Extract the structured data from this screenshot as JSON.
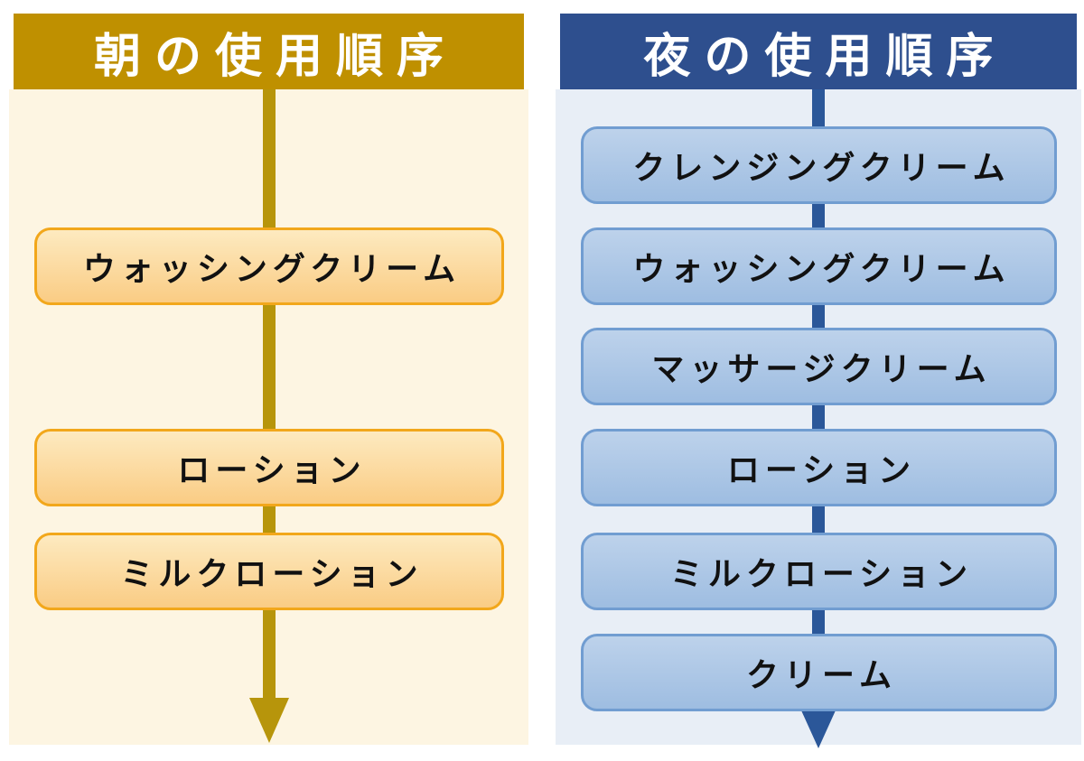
{
  "page_bg": "#FFFFFF",
  "panels": [
    {
      "id": "morning",
      "title": "朝の使用順序",
      "rows": [
        null,
        "ウォッシングクリーム",
        null,
        "ローション",
        "ミルクローション",
        null
      ],
      "arrow_icon": "down-arrow",
      "theme": {
        "header_bg": "#BF9000",
        "header_text": "#FFFFFF",
        "body_bg": "#FDF5E2",
        "arrow_color": "#B7950B",
        "box_border": "#F2A71B",
        "box_bg_top": "#FDEAC0",
        "box_bg_bottom": "#FACC84",
        "box_text": "#111111"
      }
    },
    {
      "id": "night",
      "title": "夜の使用順序",
      "rows": [
        "クレンジングクリーム",
        "ウォッシングクリーム",
        "マッサージクリーム",
        "ローション",
        "ミルクローション",
        "クリーム"
      ],
      "arrow_icon": "down-arrow",
      "theme": {
        "header_bg": "#2E4F8E",
        "header_text": "#FFFFFF",
        "body_bg": "#E8EEF6",
        "arrow_color": "#2B5799",
        "box_border": "#719DD1",
        "box_bg_top": "#BDD2EB",
        "box_bg_bottom": "#9EBDE1",
        "box_text": "#111111"
      }
    }
  ]
}
